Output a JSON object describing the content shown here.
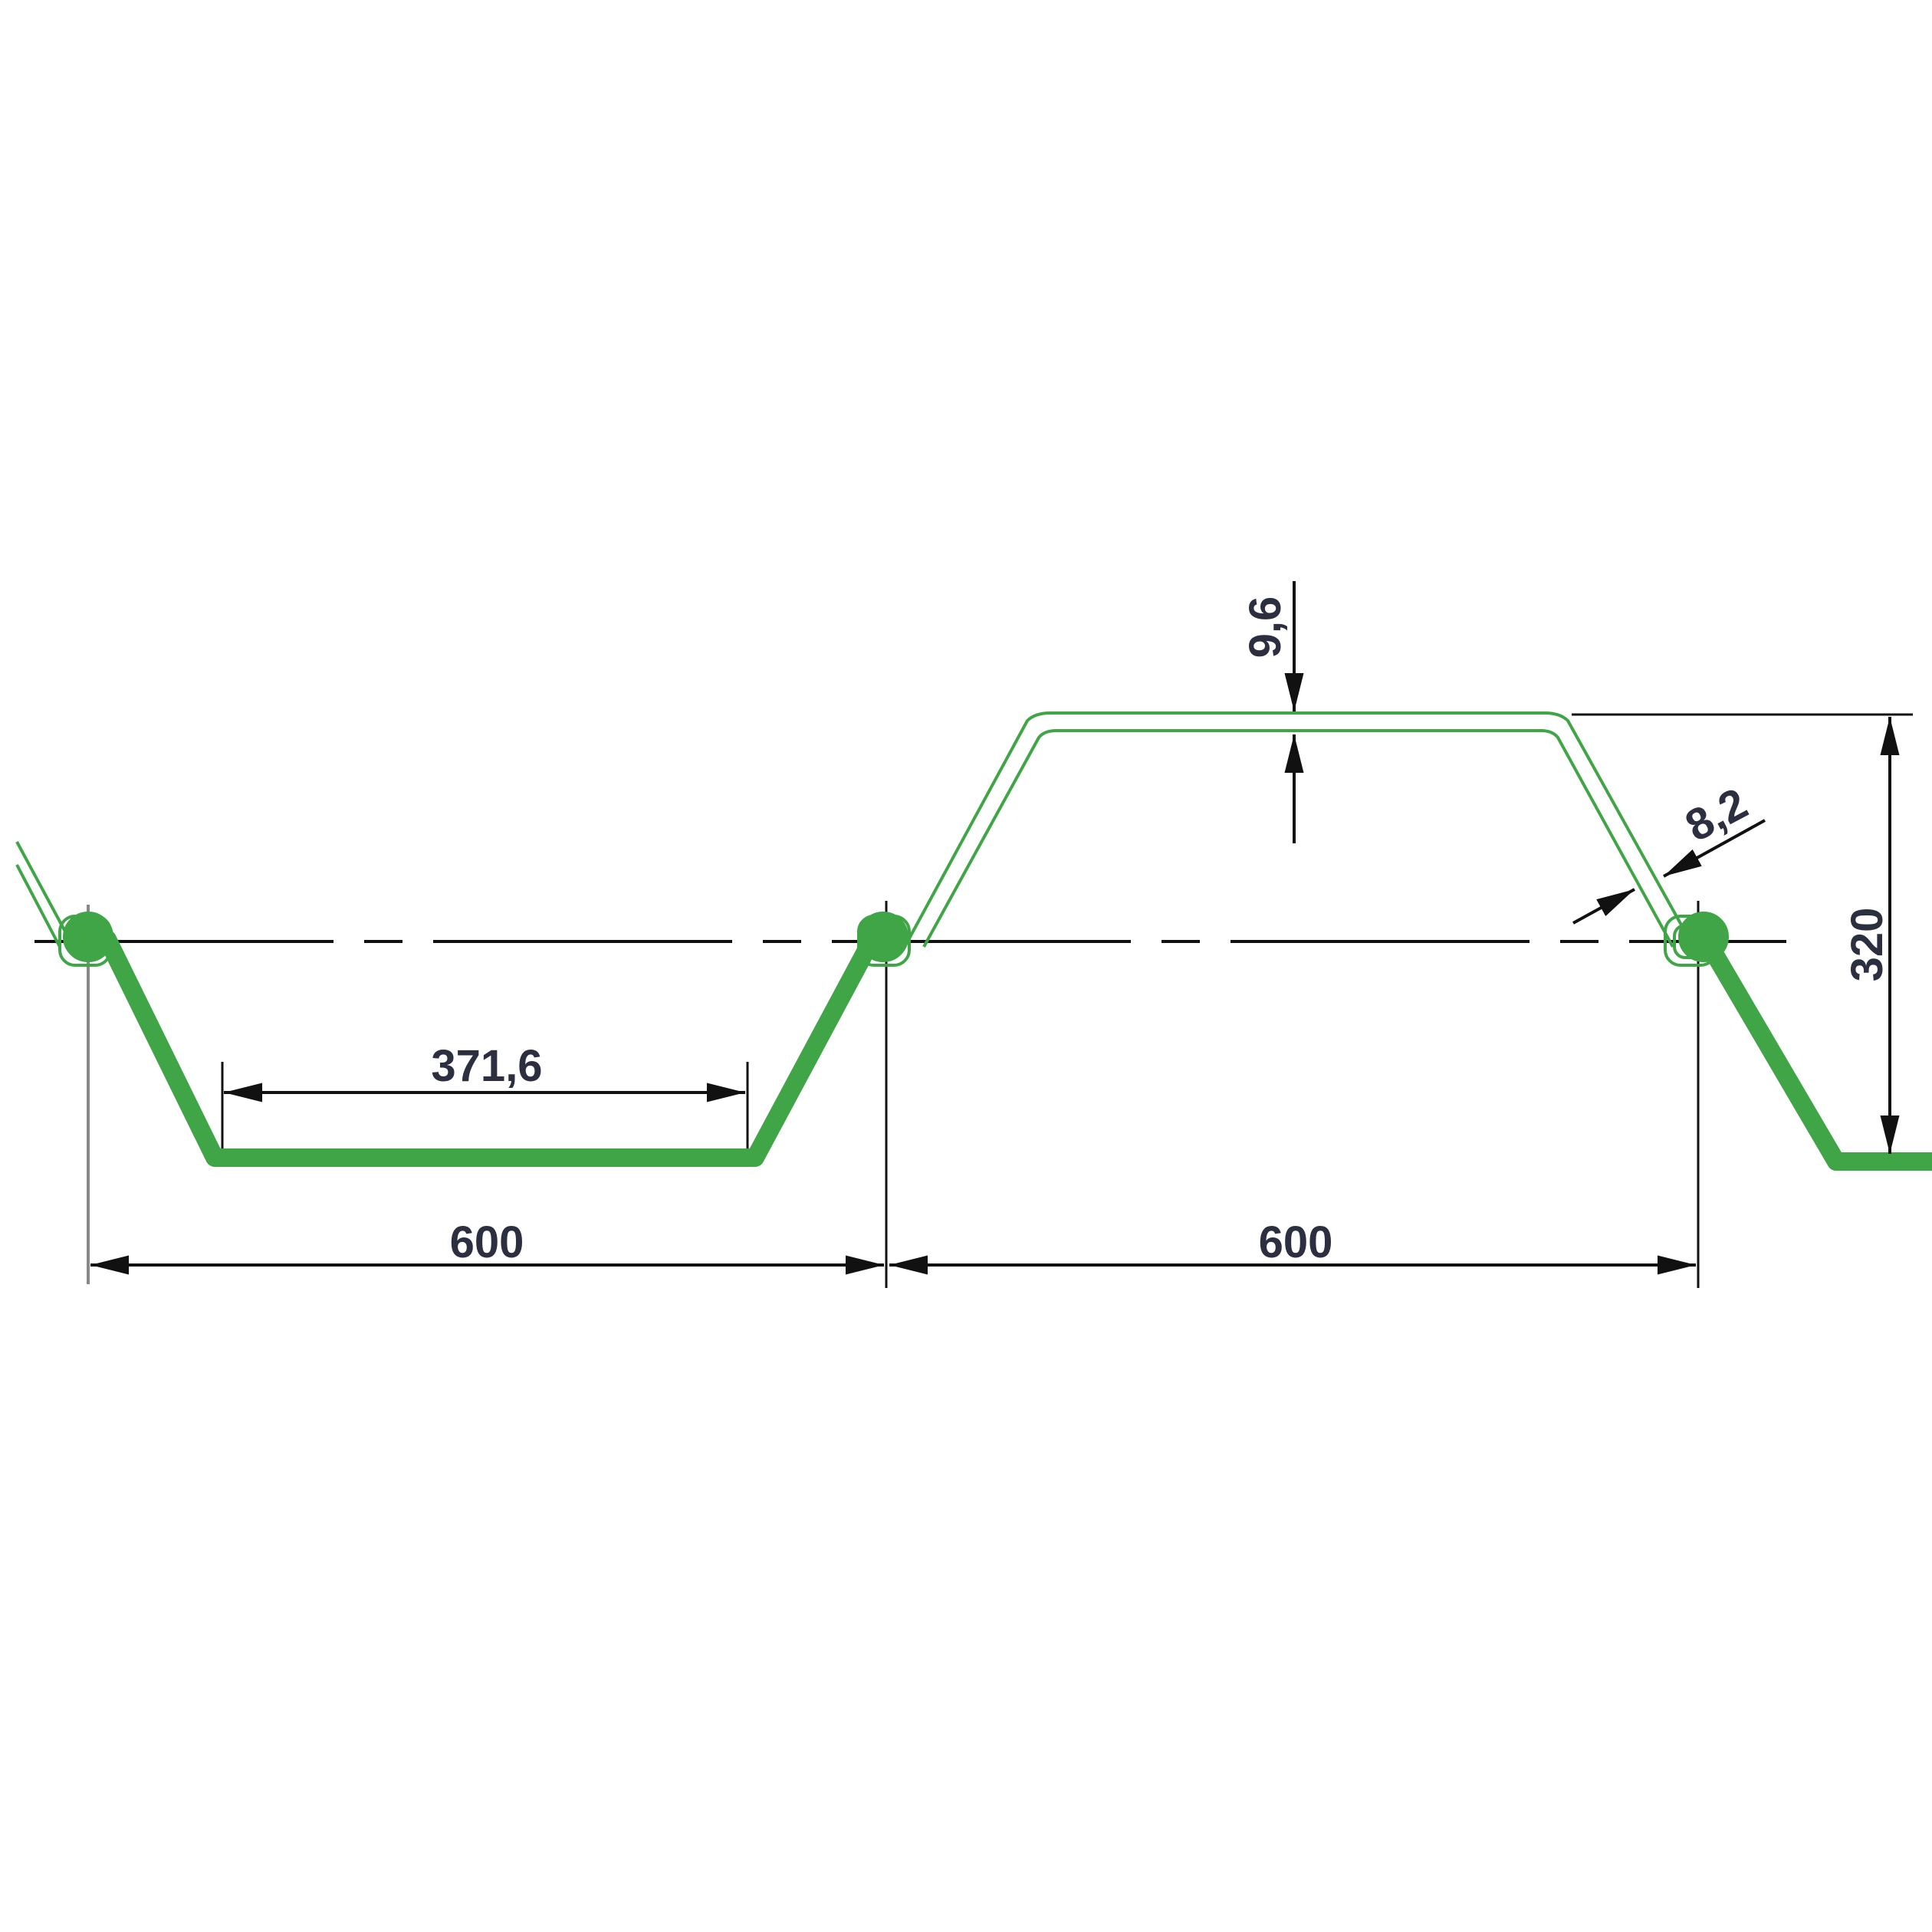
{
  "drawing": {
    "dimensions": {
      "flange_width": "371,6",
      "pitch_left": "600",
      "pitch_right": "600",
      "height": "320",
      "flange_thickness": "9,6",
      "web_thickness": "8,2"
    },
    "colors": {
      "profile": "#3fa546",
      "dimension_lines": "#111111",
      "dimension_text": "#2b2f3f",
      "background": "#ffffff"
    }
  }
}
